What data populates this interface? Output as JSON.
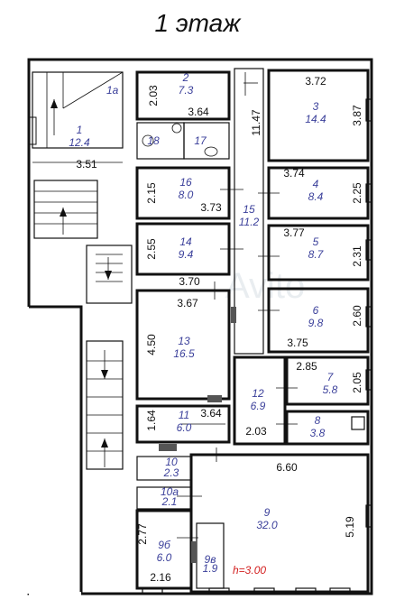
{
  "title": "1 этаж",
  "colors": {
    "label": "#3a3f9a",
    "height_note": "#d32020",
    "wall": "#111111"
  },
  "rooms": [
    {
      "id": "1",
      "area": "12.4"
    },
    {
      "id": "1а",
      "area": ""
    },
    {
      "id": "2",
      "area": "7.3"
    },
    {
      "id": "3",
      "area": "14.4"
    },
    {
      "id": "4",
      "area": "8.4"
    },
    {
      "id": "5",
      "area": "8.7"
    },
    {
      "id": "6",
      "area": "9.8"
    },
    {
      "id": "7",
      "area": "5.8"
    },
    {
      "id": "8",
      "area": "3.8"
    },
    {
      "id": "9",
      "area": "32.0"
    },
    {
      "id": "9б",
      "area": "6.0"
    },
    {
      "id": "9в",
      "area": "1.9"
    },
    {
      "id": "10",
      "area": "2.3"
    },
    {
      "id": "10а",
      "area": "2.1"
    },
    {
      "id": "11",
      "area": "6.0"
    },
    {
      "id": "12",
      "area": "6.9"
    },
    {
      "id": "13",
      "area": "16.5"
    },
    {
      "id": "14",
      "area": "9.4"
    },
    {
      "id": "15",
      "area": "11.2"
    },
    {
      "id": "16",
      "area": "8.0"
    },
    {
      "id": "17",
      "area": ""
    },
    {
      "id": "18",
      "area": ""
    }
  ],
  "dims": {
    "d1": "2.03",
    "d2": "3.64",
    "d3": "3.72",
    "d4": "3.87",
    "d5": "11.47",
    "d6": "3.51",
    "d7": "2.15",
    "d8": "3.73",
    "d9": "3.74",
    "d10": "2.25",
    "d11": "2.55",
    "d12": "3.77",
    "d13": "2.31",
    "d14": "3.70",
    "d15": "3.67",
    "d16": "4.50",
    "d17": "2.60",
    "d18": "3.75",
    "d19": "2.85",
    "d20": "2.05",
    "d21": "1.64",
    "d22": "3.64",
    "d23": "2.03",
    "d24": "6.60",
    "d25": "5.19",
    "d26": "2.77",
    "d27": "2.16"
  },
  "height_note": "h=3.00"
}
